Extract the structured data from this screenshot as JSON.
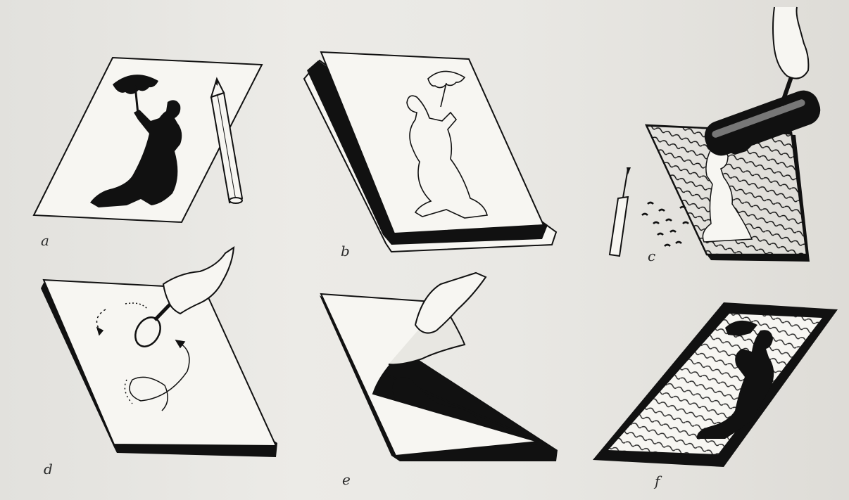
{
  "figure": {
    "panels": [
      {
        "id": "a",
        "label": "a",
        "content": "silhouette-and-pencil"
      },
      {
        "id": "b",
        "label": "b",
        "content": "traced-outline-on-block"
      },
      {
        "id": "c",
        "label": "c",
        "content": "inking-carved-block-with-roller"
      },
      {
        "id": "d",
        "label": "d",
        "content": "rubbing-paper-with-spoon"
      },
      {
        "id": "e",
        "label": "e",
        "content": "peeling-print-from-block"
      },
      {
        "id": "f",
        "label": "f",
        "content": "finished-print"
      }
    ],
    "colors": {
      "ink": "#111111",
      "paper": "#f7f6f2",
      "background": "#e7e6e2"
    }
  }
}
